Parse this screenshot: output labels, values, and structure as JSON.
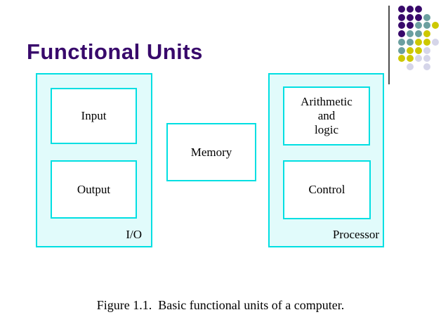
{
  "slide": {
    "title": "Functional Units",
    "caption": "Figure 1.1.  Basic functional units of a computer."
  },
  "diagram": {
    "io": {
      "label": "I/O",
      "input_label": "Input",
      "output_label": "Output"
    },
    "memory": {
      "label": "Memory"
    },
    "processor": {
      "label": "Processor",
      "alu_label": "Arithmetic\nand\nlogic",
      "control_label": "Control"
    }
  },
  "colors": {
    "title": "#38096b",
    "box_border": "#00dfe2",
    "box_fill_light": "#e1fbfb",
    "box_fill_white": "#ffffff",
    "text": "#000000",
    "separator": "#4d4d4d"
  },
  "decoration": {
    "dot_rows": [
      "PPP..",
      "PPPT.",
      "PPTTY",
      "PTTY.",
      "TTYYL",
      "TYYL.",
      "YYLL.",
      ".L.L."
    ],
    "dot_colors": {
      "P": "#38096b",
      "T": "#6b9f9f",
      "Y": "#cdc800",
      "L": "#d5d5e9"
    }
  }
}
